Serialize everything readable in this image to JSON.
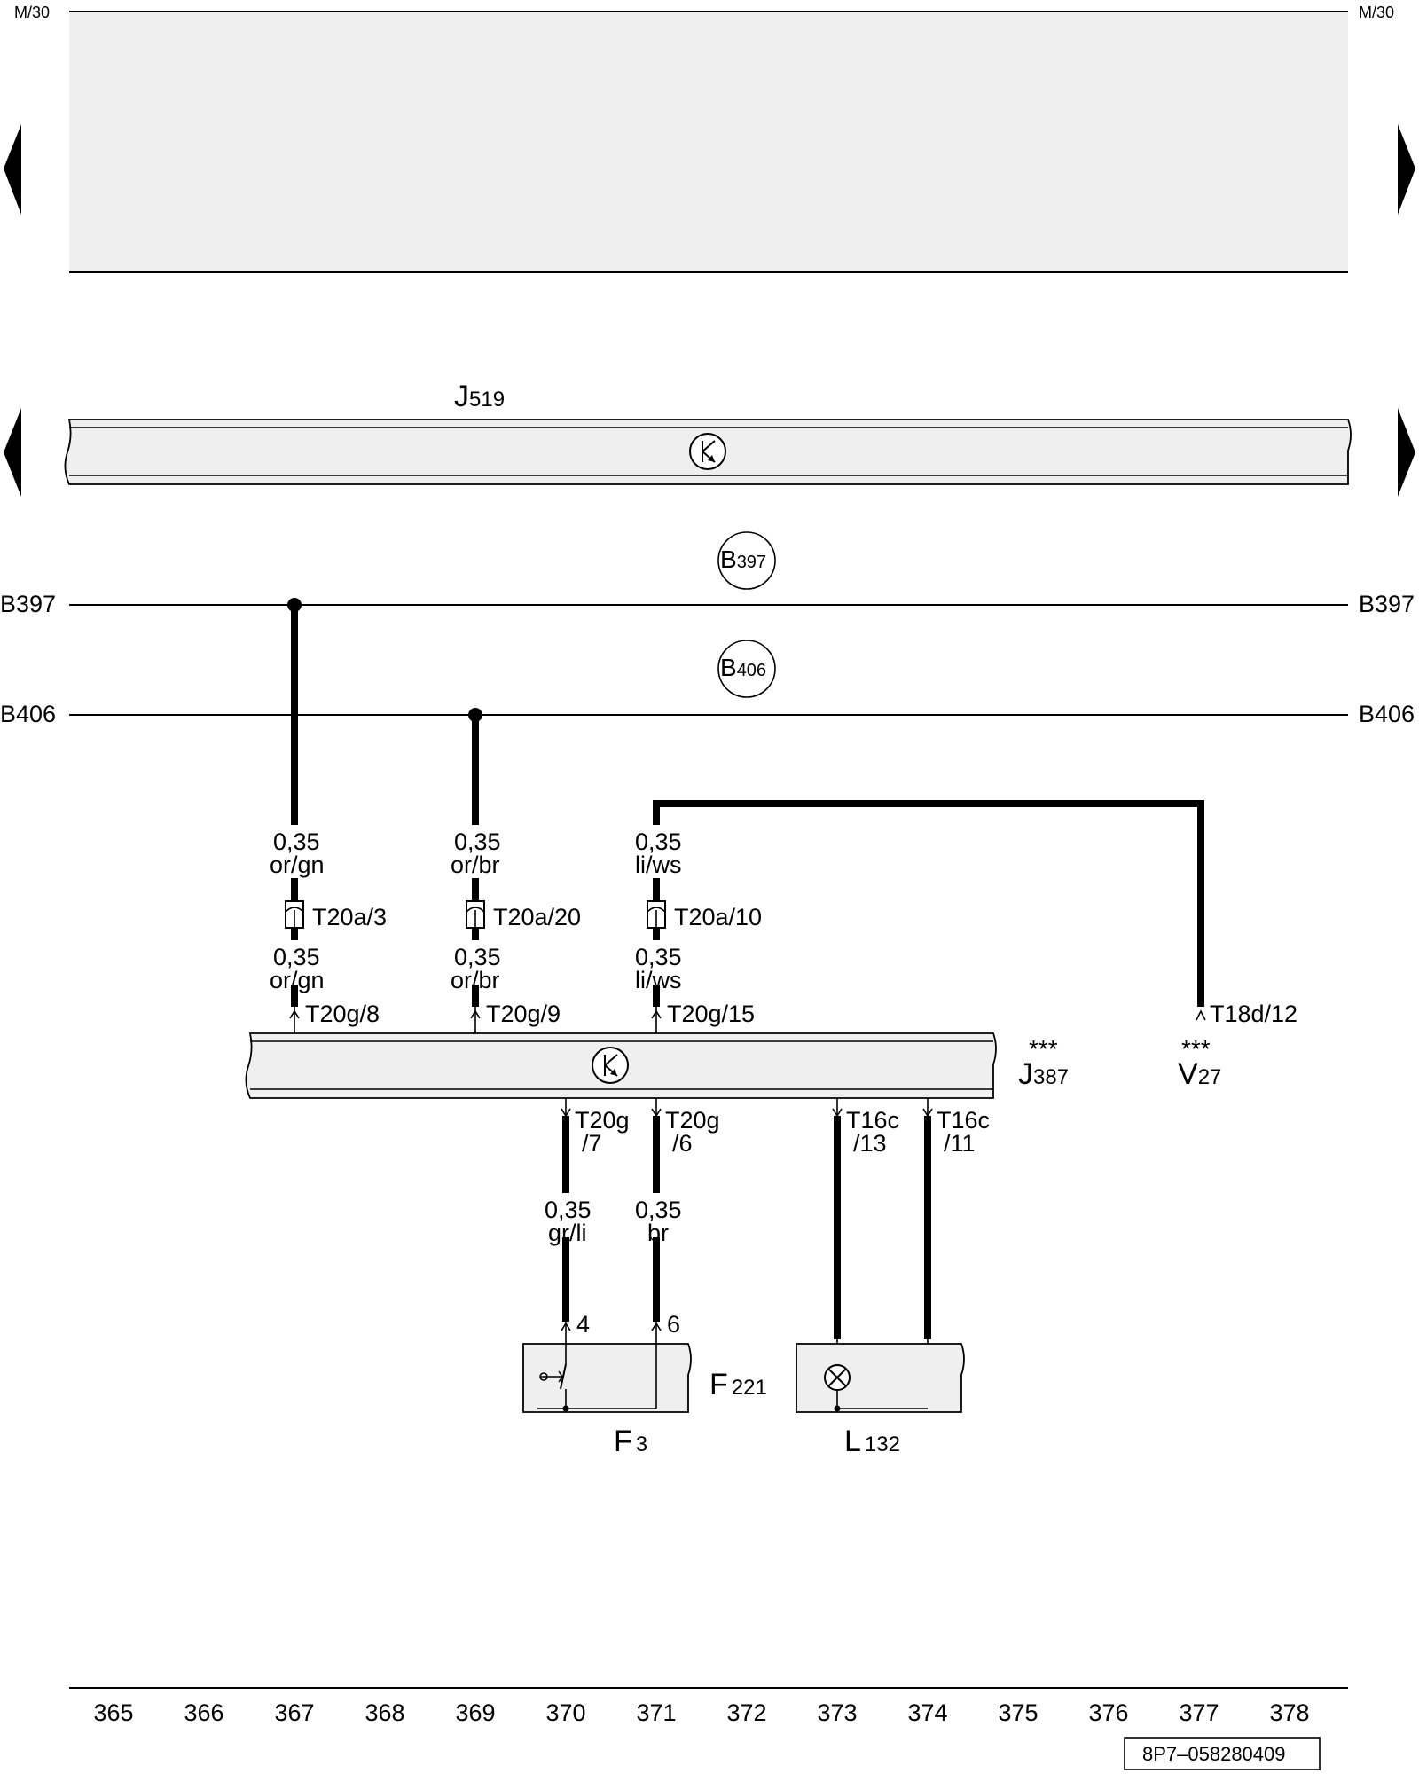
{
  "page": {
    "sheet_ref_left": "M/30",
    "sheet_ref_right": "M/30",
    "document_number": "8P7–058280409"
  },
  "modules": {
    "j519": {
      "letter": "J",
      "number": "519"
    },
    "j387": {
      "letter": "J",
      "number": "387",
      "mark": "***"
    },
    "v27": {
      "letter": "V",
      "number": "27",
      "mark": "***"
    }
  },
  "buses": {
    "b397": {
      "label": "B397",
      "circle_letter": "B",
      "circle_number": "397"
    },
    "b406": {
      "label": "B406",
      "circle_letter": "B",
      "circle_number": "406"
    }
  },
  "wires": {
    "w367": {
      "size": "0,35",
      "color": "or/gn",
      "size2": "0,35",
      "color2": "or/gn",
      "connector": "T20a/3",
      "pin": "T20g/8"
    },
    "w369": {
      "size": "0,35",
      "color": "or/br",
      "size2": "0,35",
      "color2": "or/br",
      "connector": "T20a/20",
      "pin": "T20g/9"
    },
    "w371": {
      "size": "0,35",
      "color": "li/ws",
      "size2": "0,35",
      "color2": "li/ws",
      "connector": "T20a/10",
      "pin": "T20g/15"
    },
    "v27_pin": "T18d/12",
    "f_left": {
      "pin_a": "T20g",
      "pin_b": "/7",
      "size": "0,35",
      "color": "gr/li",
      "terminal": "4"
    },
    "f_right": {
      "pin_a": "T20g",
      "pin_b": "/6",
      "size": "0,35",
      "color": "br",
      "terminal": "6"
    },
    "l_left": {
      "pin_a": "T16c",
      "pin_b": "/13"
    },
    "l_right": {
      "pin_a": "T16c",
      "pin_b": "/11"
    }
  },
  "components": {
    "f221": {
      "letter": "F",
      "number": "221"
    },
    "f3": {
      "letter": "F",
      "number": "3"
    },
    "l132": {
      "letter": "L",
      "number": "132"
    }
  },
  "columns": [
    "365",
    "366",
    "367",
    "368",
    "369",
    "370",
    "371",
    "372",
    "373",
    "374",
    "375",
    "376",
    "377",
    "378"
  ]
}
